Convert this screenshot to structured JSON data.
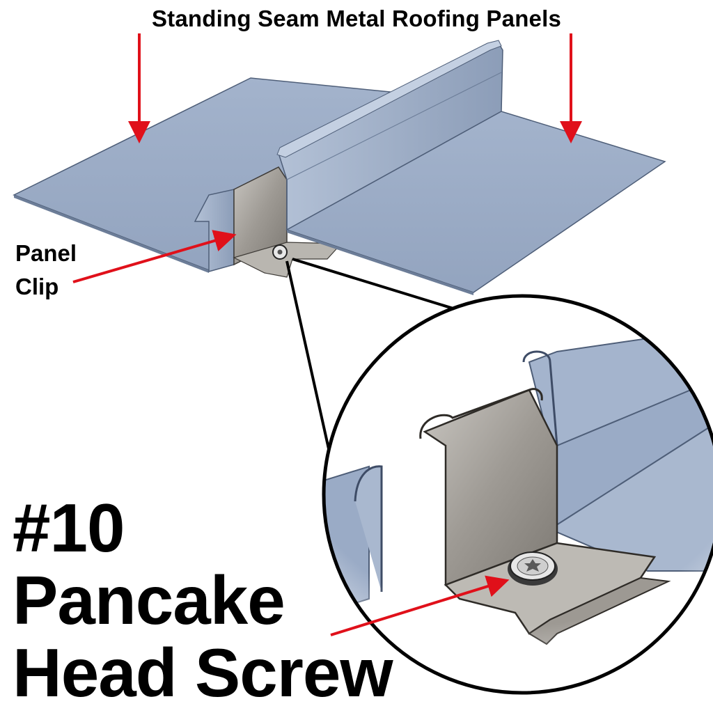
{
  "header": {
    "title": "Standing Seam Metal Roofing Panels"
  },
  "callouts": {
    "panel_clip_line1": "Panel",
    "panel_clip_line2": "Clip"
  },
  "caption": {
    "line1": "#10",
    "line2": "Pancake",
    "line3": "Head Screw"
  },
  "colors": {
    "panel": "#9aabc6",
    "panel_shadow": "#7f91ad",
    "clip_metal": "#a7a39d",
    "arrow": "#e0101a",
    "outline": "#000000"
  }
}
